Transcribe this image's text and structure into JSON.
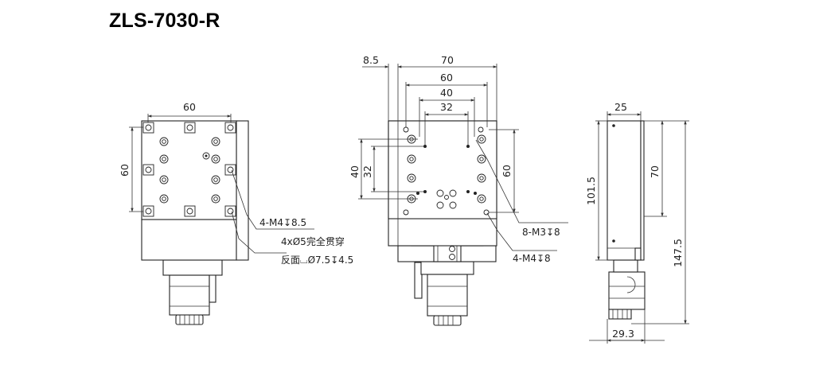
{
  "title": "ZLS-7030-R",
  "front_view": {
    "dim_width": "60",
    "dim_height": "60",
    "callout_1": "4-M4↧8.5",
    "callout_2": "4xØ5完全贯穿",
    "callout_3": "反面⌴Ø7.5↧4.5"
  },
  "top_view": {
    "dim_offset": "8.5",
    "dim_70": "70",
    "dim_60": "60",
    "dim_40": "40",
    "dim_32": "32",
    "dim_left_40": "40",
    "dim_left_32": "32",
    "dim_right_60": "60",
    "callout_m3": "8-M3↧8",
    "callout_m4": "4-M4↧8"
  },
  "side_view": {
    "dim_25": "25",
    "dim_101_5": "101.5",
    "dim_70": "70",
    "dim_147_5": "147.5",
    "dim_29_3": "29.3"
  }
}
